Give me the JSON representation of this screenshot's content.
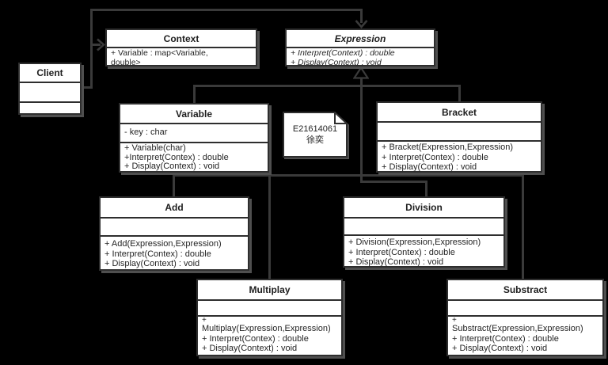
{
  "classes": {
    "client": {
      "title": "Client"
    },
    "context": {
      "title": "Context",
      "attrs": [
        "+ Variable : map<Variable,",
        "double>"
      ]
    },
    "expression": {
      "title": "Expression",
      "methods": [
        "+ Interpret(Context) : double",
        "+ Display(Context) : void"
      ]
    },
    "variable": {
      "title": "Variable",
      "attrs": [
        "- key : char"
      ],
      "methods": [
        "+ Variable(char)",
        "+Interpret(Contex) : double",
        "+ Display(Context) : void"
      ]
    },
    "bracket": {
      "title": "Bracket",
      "methods": [
        "+ Bracket(Expression,Expression)",
        "+ Interpret(Contex) : double",
        "+ Display(Context) : void"
      ]
    },
    "add": {
      "title": "Add",
      "methods": [
        "+ Add(Expression,Expression)",
        "+ Interpret(Contex) : double",
        "+ Display(Context) : void"
      ]
    },
    "division": {
      "title": "Division",
      "methods": [
        "+ Division(Expression,Expression)",
        "+ Interpret(Contex) : double",
        "+ Display(Context) : void"
      ]
    },
    "multiplay": {
      "title": "Multiplay",
      "methods": [
        "+",
        "Multiplay(Expression,Expression)",
        "+ Interpret(Contex) : double",
        "+ Display(Context) : void"
      ]
    },
    "substract": {
      "title": "Substract",
      "methods": [
        "+",
        "Substract(Expression,Expression)",
        "+ Interpret(Contex) : double",
        "+ Display(Context) : void"
      ]
    }
  },
  "note": {
    "line1": "E21614061",
    "line2": "徐奕"
  },
  "relationships": [
    {
      "from": "Client",
      "to": "Expression",
      "type": "association-open-arrow"
    },
    {
      "from": "Client",
      "to": "Context",
      "type": "association-open-arrow"
    },
    {
      "from": "Variable",
      "to": "Expression",
      "type": "generalization"
    },
    {
      "from": "Bracket",
      "to": "Expression",
      "type": "generalization"
    },
    {
      "from": "Add",
      "to": "Expression",
      "type": "generalization"
    },
    {
      "from": "Division",
      "to": "Expression",
      "type": "generalization"
    },
    {
      "from": "Multiplay",
      "to": "Expression",
      "type": "generalization"
    },
    {
      "from": "Substract",
      "to": "Expression",
      "type": "generalization"
    }
  ],
  "colors": {
    "background": "#000000",
    "box_fill": "#ffffff",
    "box_border": "#2e2e2e",
    "edge": "#3a3a3a",
    "shadow": "#4f4f4f",
    "text": "#242424"
  }
}
